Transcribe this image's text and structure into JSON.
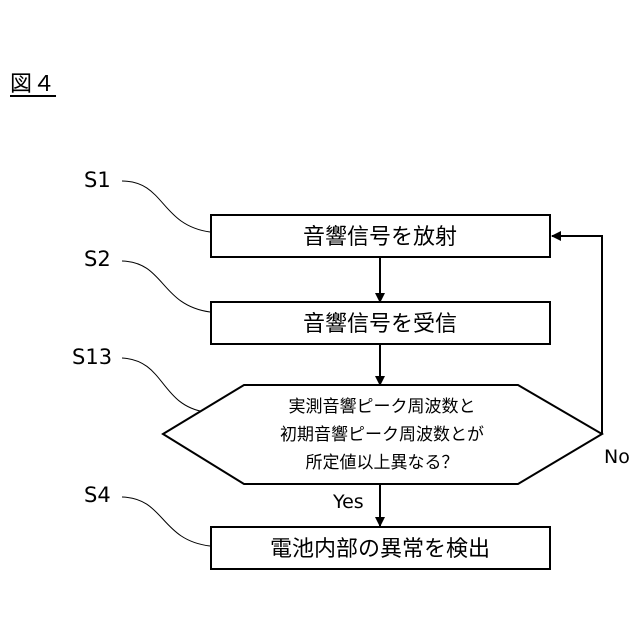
{
  "figure": {
    "title": "図４"
  },
  "steps": {
    "s1": {
      "label": "S1",
      "text": "音響信号を放射"
    },
    "s2": {
      "label": "S2",
      "text": "音響信号を受信"
    },
    "s13": {
      "label": "S13",
      "lines": [
        "実測音響ピーク周波数と",
        "初期音響ピーク周波数とが",
        "所定値以上異なる？"
      ]
    },
    "s4": {
      "label": "S4",
      "text": "電池内部の異常を検出"
    }
  },
  "branches": {
    "yes": "Yes",
    "no": "No"
  }
}
